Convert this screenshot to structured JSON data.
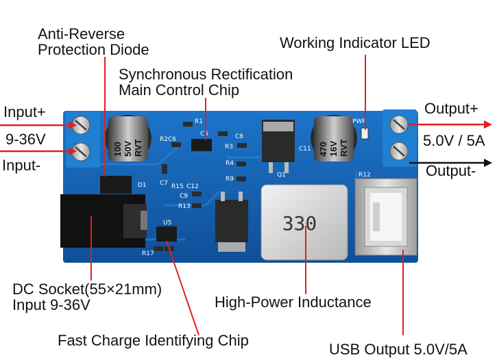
{
  "labels": {
    "diode": "Anti-Reverse\nProtection Diode",
    "chip": "Synchronous Rectification\nMain Control Chip",
    "led": "Working Indicator LED",
    "input_plus": "Input+",
    "input_voltage": "9-36V",
    "input_minus": "Input-",
    "output_plus": "Output+",
    "output_voltage": "5.0V / 5A",
    "output_minus": "Output-",
    "dc_socket": "DC Socket(55×21mm)\nInput 9-36V",
    "inductance": "High-Power Inductance",
    "fast_charge": "Fast Charge Identifying Chip",
    "usb_output": "USB Output 5.0V/5A"
  },
  "board": {
    "inductor_marking": "330",
    "cap_left": [
      "100",
      "50V",
      "RVT"
    ],
    "cap_right": [
      "470",
      "16V",
      "RVT"
    ],
    "silk": {
      "r1": "R1",
      "c5": "C5",
      "c8": "C8",
      "r2c6": "R2C6",
      "r3": "R3",
      "r4": "R4",
      "r9": "R9",
      "c7": "C7",
      "r15": "R15",
      "c12": "C12",
      "c9": "C9",
      "r13": "R13",
      "d1": "D1",
      "u5": "U5",
      "r17": "R17",
      "c11": "C11",
      "pwr": "PWR",
      "q1": "Q1",
      "r12": "R12"
    }
  },
  "colors": {
    "pcb": "#1565b8",
    "arrow": "#e0201f",
    "terminal": "#1f7fd0"
  }
}
